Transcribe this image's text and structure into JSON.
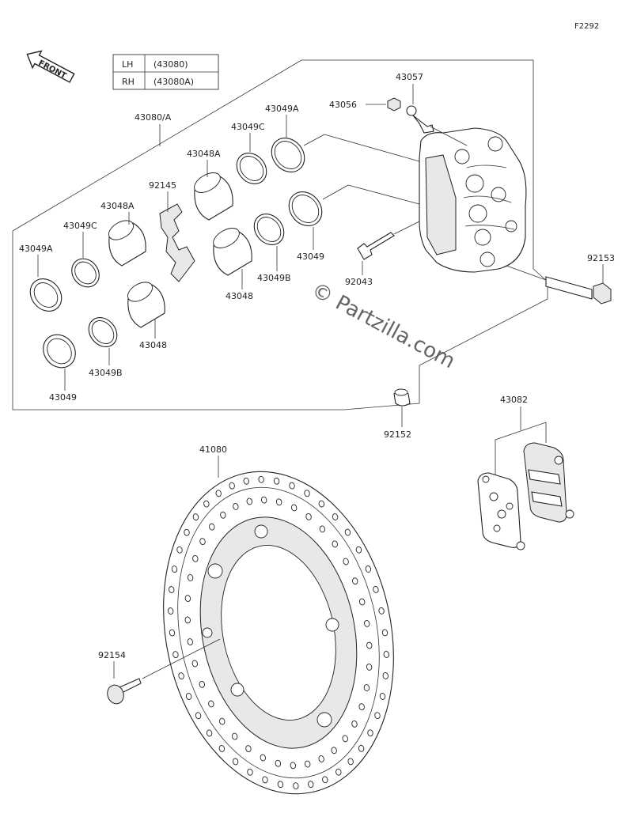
{
  "figure_id": "F2292",
  "front_label": "FRONT",
  "side_table": [
    {
      "side": "LH",
      "part": "(43080)"
    },
    {
      "side": "RH",
      "part": "(43080A)"
    }
  ],
  "watermark": "© Partzilla.com",
  "part_labels": {
    "caliper_assy": "43080/A",
    "seal_a_left": "43049A",
    "seal_c_left": "43049C",
    "piston_a_left": "43048A",
    "pad_spring": "92145",
    "piston_a_right": "43048A",
    "seal_c_right": "43049C",
    "seal_a_right": "43049A",
    "nut": "43056",
    "bleeder": "43057",
    "piston_right": "43048",
    "seal_b_right": "43049B",
    "seal_right": "43049",
    "pin": "92043",
    "bolt": "92153",
    "piston_left": "43048",
    "seal_b_left": "43049B",
    "seal_left": "43049",
    "bush": "92152",
    "pads": "43082",
    "disc": "41080",
    "disc_bolt": "92154"
  }
}
